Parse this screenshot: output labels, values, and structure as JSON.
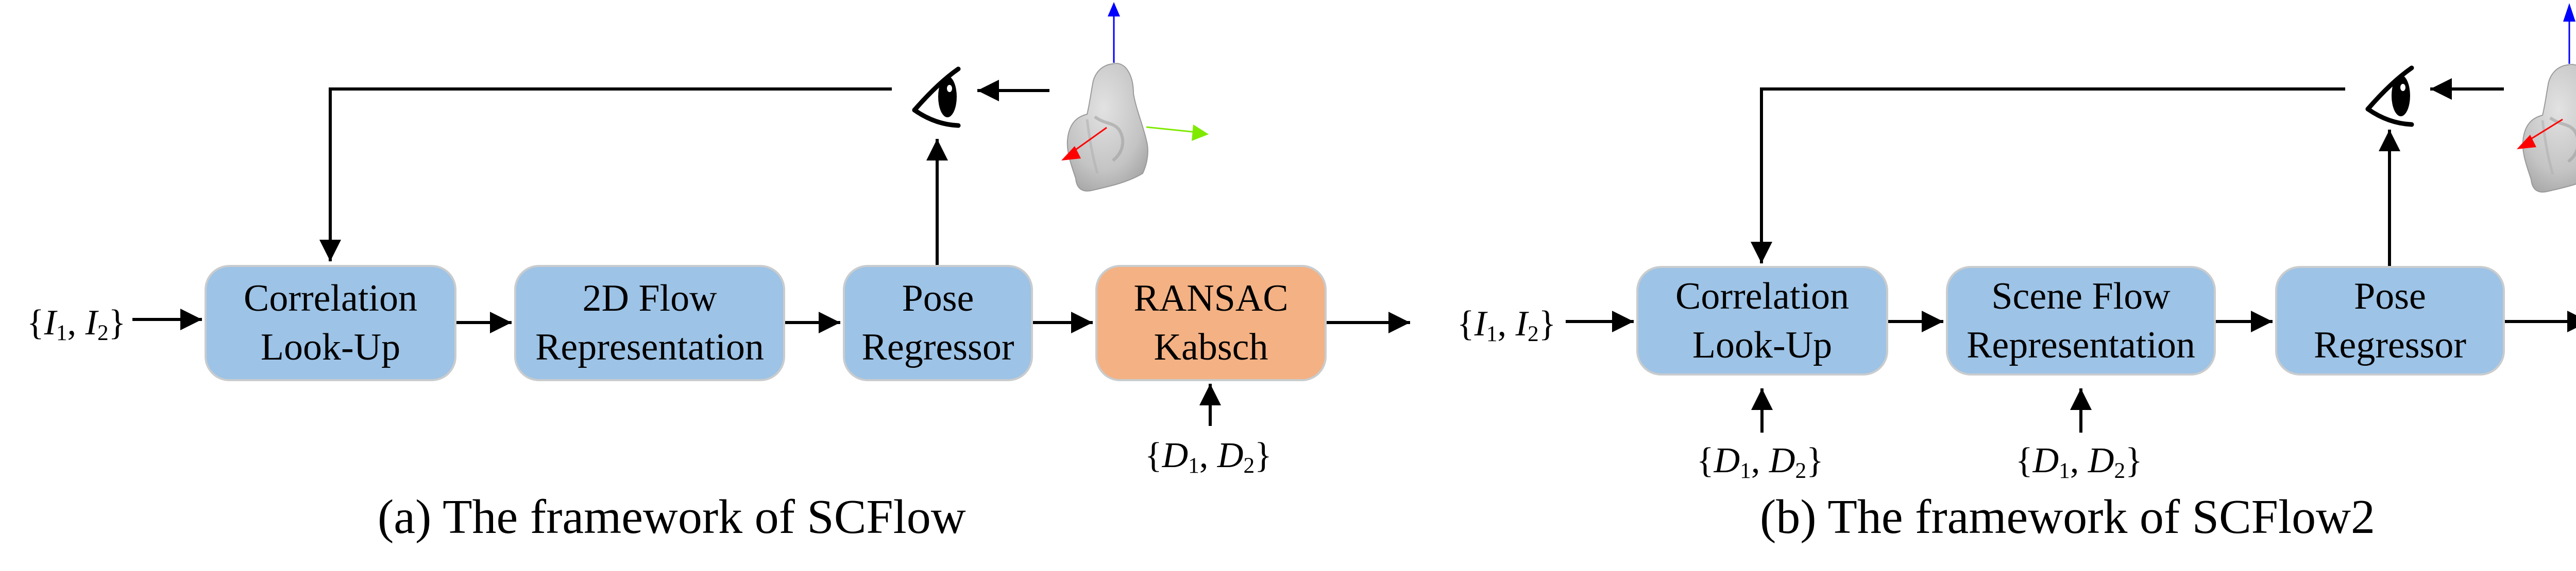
{
  "panels": [
    {
      "id": "a",
      "caption": "(a) The framework of SCFlow",
      "input_label": {
        "open": "{",
        "v1": "I",
        "s1": "1",
        "sep": ", ",
        "v2": "I",
        "s2": "2",
        "close": "}"
      },
      "depth_label": {
        "open": "{",
        "v1": "D",
        "s1": "1",
        "sep": ", ",
        "v2": "D",
        "s2": "2",
        "close": "}"
      },
      "boxes": [
        {
          "line1": "Correlation",
          "line2": "Look-Up",
          "color": "blue"
        },
        {
          "line1": "2D Flow",
          "line2": "Representation",
          "color": "blue"
        },
        {
          "line1": "Pose",
          "line2": "Regressor",
          "color": "blue"
        },
        {
          "line1": "RANSAC",
          "line2": "Kabsch",
          "color": "orange"
        }
      ],
      "icons": [
        "eye-icon",
        "3d-object-with-axes-icon"
      ]
    },
    {
      "id": "b",
      "caption": "(b) The framework of SCFlow2",
      "input_label": {
        "open": "{",
        "v1": "I",
        "s1": "1",
        "sep": ", ",
        "v2": "I",
        "s2": "2",
        "close": "}"
      },
      "depth_label": {
        "open": "{",
        "v1": "D",
        "s1": "1",
        "sep": ", ",
        "v2": "D",
        "s2": "2",
        "close": "}"
      },
      "boxes": [
        {
          "line1": "Correlation",
          "line2": "Look-Up",
          "color": "blue"
        },
        {
          "line1": "Scene Flow",
          "line2": "Representation",
          "color": "blue"
        },
        {
          "line1": "Pose",
          "line2": "Regressor",
          "color": "blue"
        }
      ],
      "icons": [
        "eye-icon",
        "3d-object-with-axes-icon"
      ]
    }
  ],
  "colors": {
    "blue_box": "#9dc3e6",
    "orange_box": "#f4b183",
    "box_border": "#c9ccce",
    "axis_x": "#ff0000",
    "axis_y": "#7fea00",
    "axis_z": "#0000ff",
    "object": "#c8c8c8"
  }
}
